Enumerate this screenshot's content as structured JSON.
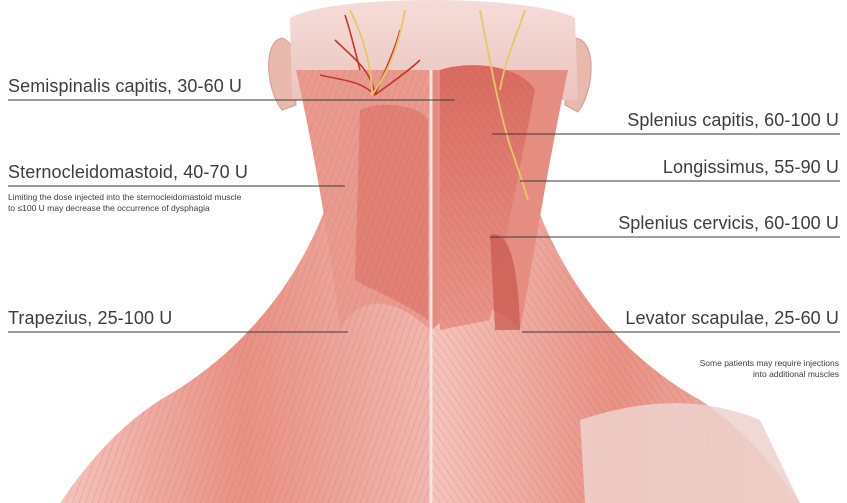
{
  "labels": {
    "semispinalis": "Semispinalis capitis, 30-60 U",
    "sternocleidomastoid": "Sternocleidomastoid, 40-70 U",
    "trapezius": "Trapezius, 25-100 U",
    "splenius_capitis": "Splenius capitis, 60-100 U",
    "longissimus": "Longissimus, 55-90 U",
    "splenius_cervicis": "Splenius cervicis, 60-100 U",
    "levator_scapulae": "Levator scapulae, 25-60 U"
  },
  "notes": {
    "scm_line1": "Limiting the dose injected into the sternocleidomastoid muscle",
    "scm_line2": "to ≤100 U may decrease the occurrence of dysphagia",
    "extra_line1": "Some patients may require injections",
    "extra_line2": "into additional muscles"
  },
  "colors": {
    "muscle_light": "#f2b8b0",
    "muscle_mid": "#e4877c",
    "muscle_dark": "#c9574d",
    "skin": "#eec3b8",
    "nerve": "#e6c66a",
    "vessel": "#c0392b",
    "leader_line": "#3a3a3a"
  }
}
